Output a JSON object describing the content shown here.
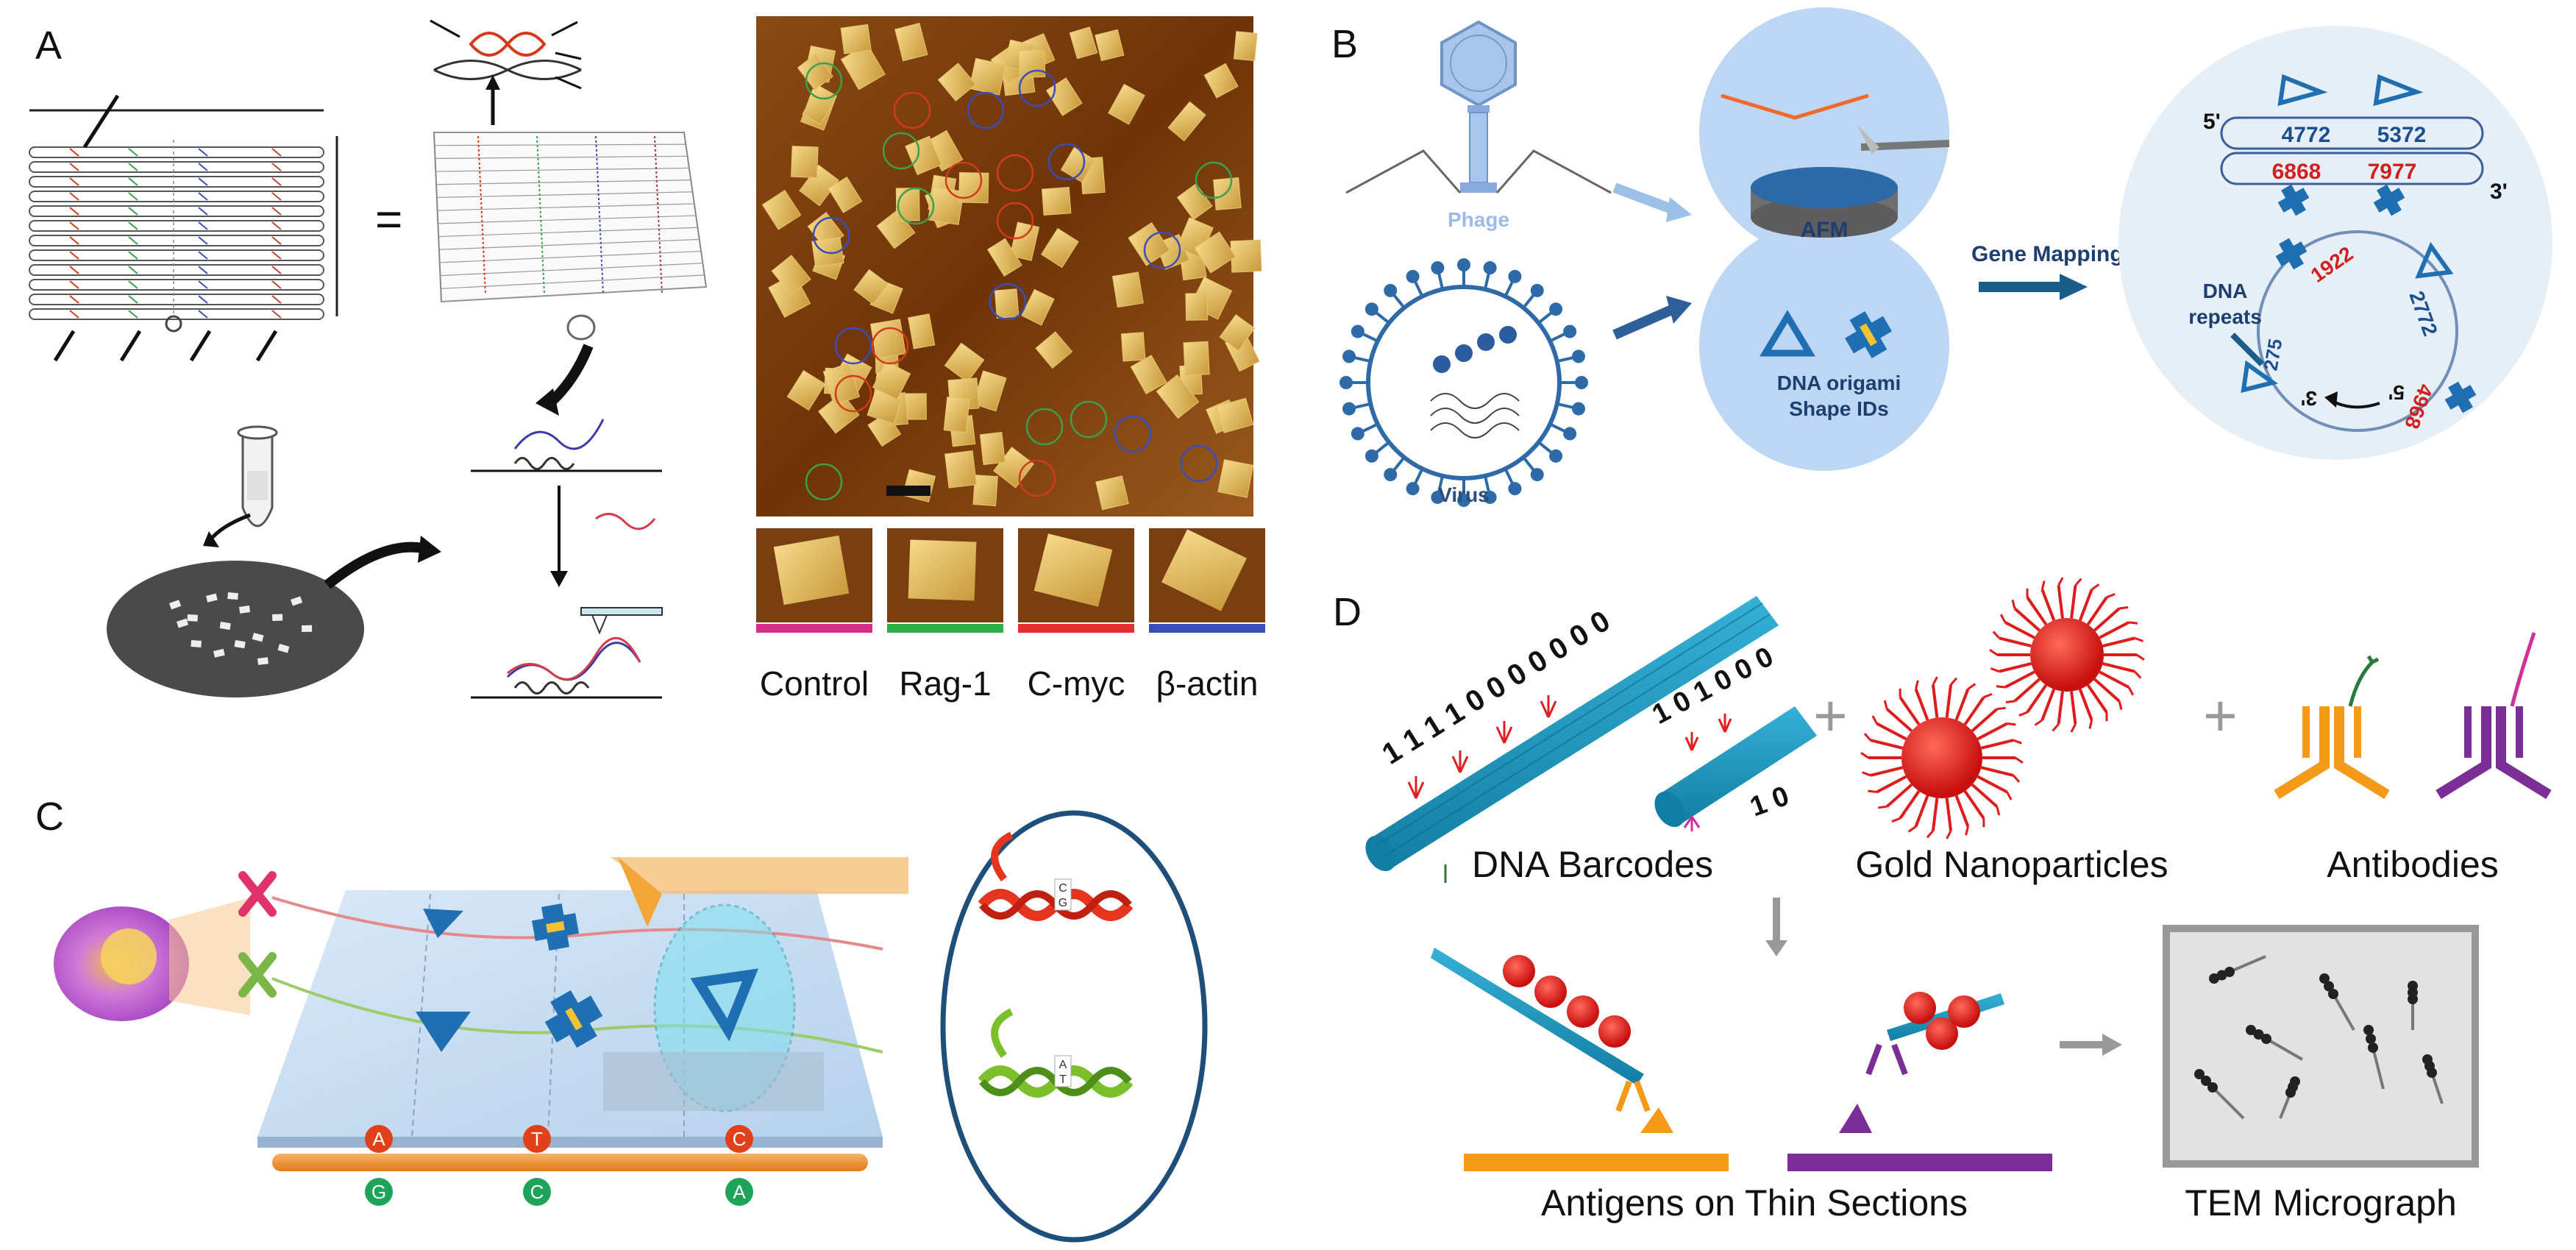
{
  "panels": {
    "a": {
      "letter": "A",
      "equals": "=",
      "afm_legend": [
        "Control",
        "Rag-1",
        "C-myc",
        "β-actin"
      ],
      "afm_legend_colors": [
        "#d0308a",
        "#2fae4a",
        "#e23030",
        "#3a4db8"
      ]
    },
    "b": {
      "letter": "B",
      "phage_label": "Phage",
      "virus_label": "Virus",
      "afm_label": "AFM",
      "shape_ids_label": [
        "DNA origami",
        "Shape IDs"
      ],
      "gene_mapping_label": "Gene Mapping",
      "map": {
        "five_prime": "5'",
        "three_prime": "3'",
        "top_positions": [
          "4772",
          "5372"
        ],
        "bottom_positions": [
          "6868",
          "7977"
        ],
        "circle_positions": [
          "1922",
          "2772",
          "275",
          "4968"
        ],
        "circle_ends": [
          "3'",
          "5'"
        ],
        "repeats_label": [
          "DNA",
          "repeats"
        ]
      }
    },
    "c": {
      "letter": "C",
      "top_bases": [
        "A",
        "T",
        "C"
      ],
      "bottom_bases": [
        "G",
        "C",
        "A"
      ],
      "snp_top": [
        "C",
        "G"
      ],
      "snp_bottom": [
        "A",
        "T"
      ]
    },
    "d": {
      "letter": "D",
      "barcode_long": "1 1 1 1 0 0 0 0 0 0 0",
      "barcode_short": "1 0 1 0 0 0",
      "barcode_short_end": "1 0",
      "plus": "+",
      "labels": [
        "DNA Barcodes",
        "Gold Nanoparticles",
        "Antibodies"
      ],
      "antigens_label": "Antigens on Thin Sections",
      "tem_label": "TEM Micrograph"
    }
  },
  "colors": {
    "origami_blue": "#1f6fb2",
    "afm_brown": "#7a3f10",
    "teal_rod": "#1a8fb5",
    "gold_red": "#e01b1b",
    "antibody_orange": "#f39a1a",
    "antibody_purple": "#7b2f96",
    "light_blue_circle": "#bcd6f3",
    "stage_blue": "#c9def2"
  },
  "icons": [
    "tube-icon",
    "grid-disk-icon",
    "cantilever-icon",
    "phage-icon",
    "virus-icon",
    "chromosome-icon",
    "cell-icon"
  ]
}
